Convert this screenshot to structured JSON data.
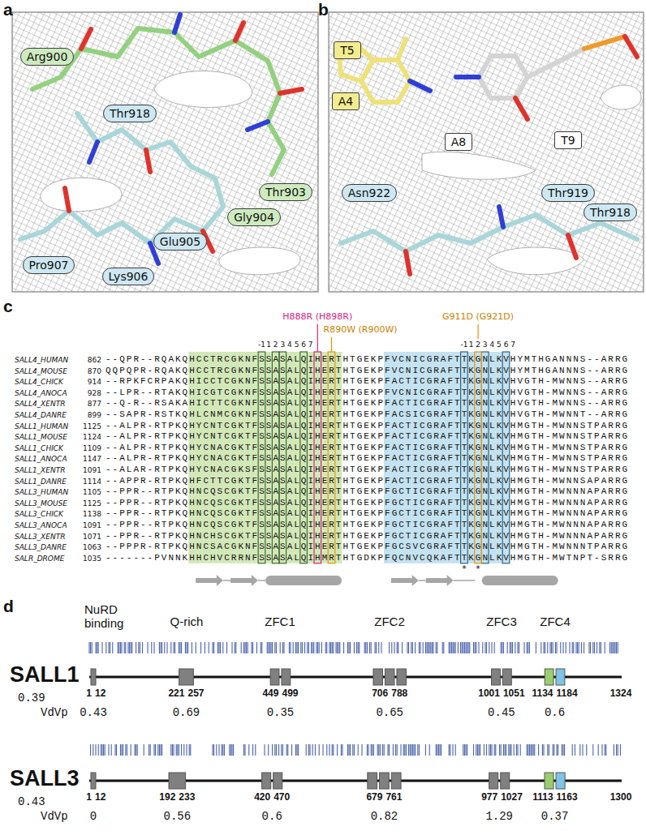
{
  "diagram": {
    "nodes": [
      {
        "text": [
          "Arg900"
        ]
      },
      {
        "text": [
          "Thr918"
        ]
      },
      {
        "text": [
          "Thr903"
        ]
      },
      {
        "text": [
          "Gly904"
        ]
      },
      {
        "text": [
          "Glu905"
        ]
      },
      {
        "text": [
          "Pro907"
        ]
      },
      {
        "text": [
          "Lys906"
        ]
      },
      {
        "text": [
          "T5"
        ]
      },
      {
        "text": [
          "A4"
        ]
      },
      {
        "text": [
          "A8"
        ]
      },
      {
        "text": [
          "T9"
        ]
      },
      {
        "text": [
          "Asn922"
        ]
      },
      {
        "text": [
          "Thr919"
        ]
      },
      {
        "text": [
          "Thr918"
        ]
      }
    ],
    "labels": [
      "a",
      "b",
      "c",
      "d",
      "H888R (H898R)",
      "R890W (R900W)",
      "G911D (G921D)",
      "-1",
      "1",
      "2",
      "3",
      "4",
      "5",
      "6",
      "7",
      "-1",
      "1",
      "2",
      "3",
      "4",
      "5",
      "6",
      "7",
      "SALL4_HUMAN",
      "862",
      "--QPR--RQAKQHCCTRCGKNFSSASALQIHERTHTGEKPFVCNICGRAFTTKGNLKVHYMTHGANNNS--ARRG",
      "SALL4_MOUSE",
      "870",
      "QQPQPR-RQAKQHCCTRCGKNFSSASALQIHERTHTGEKPFVCNICGRAFTTKGNLKVHYMTHGANNNS--ARRG",
      "SALL4_CHICK",
      "914",
      "--RPKFCRPAKQHICCTCGKNFSSASALQIHERTHTGEKPFACTICGRAFTTKGNLKVHVGTH-MWNNS--ARRG",
      "SALL4_ANOCA",
      "928",
      "--LPR--RTAKQHICGTCGKNFSSASALQIHERTHTGEKPFVCNICGRAFTTKGNLKVHVGTH-MWNNS--ARRG",
      "SALL4_XENTR",
      "877",
      "--Q-R--RSAKAHICTTCGKNFSSASALQIHERTHTGEKPFACTICGRAFTTKGNLKVHVGTH-MWNNS--ARRG",
      "SALL4_DANRE",
      "899",
      "--SAPR-RSTKQHLCNMCGKNFSSASALQIHERTHTGEKPFACSICGRAFTTKGNLKVHVGTH-MWNNT--ARRG",
      "SALL1_HUMAN",
      "1125",
      "--ALPR-RTPKQHYCNTCGKTFSSASALQIHERTHTGEKPFACTICGRAFTTKGNLKVHMGTH-MWNNSTPARRG",
      "SALL1_MOUSE",
      "1124",
      "--ALPR-RTPKQHYCNTCGKTFSSASALQIHERTHTGEKPFACTICGRAFTTKGNLKVHMGTH-MWNNSTPARRG",
      "SALL1_CHICK",
      "1109",
      "--ALPR-RTPKQHYCNACGKTFSSASALQIHERTHTGEKPFACTICGRAFTTKGNLKVHMGTH-MWNNSTPARRG",
      "SALL1_ANOCA",
      "1147",
      "--ALPR-RTPKQHYCNACGKTFSSASALQIHERTHTGEKPFACTICGRAFTTKGNLKVHMGTH-MWNNSTPARRG",
      "SALL1_XENTR",
      "1091",
      "--ALAR-RTPKQHYCNACGKSFSSASALQIHERTHTGEKPFACTICGRAFTTKGNLKVHMGTH-MWNNSTPARRG",
      "SALL1_DANRE",
      "1114",
      "--APPR-RTPKQHFCTTCGKTFSSASALQIHERTHTGEKPFACTICGRAFTTKGNLKVHMGTH-MWNNSAPARRG",
      "SALL3_HUMAN",
      "1105",
      "--PPR--RTPKQHNCQSCGKTFSSASALQIHERTHTGEKPFGCTICGRAFTTKGNLKVHMGTH-MWNNNAPARRG",
      "SALL3_MOUSE",
      "1125",
      "--PPR--RTPKQHNCQSCGKTFSSASALQIHERTHTGEKPFGCTICGRAFTTKGNLKVHMGTH-MWNNNAPARRG",
      "SALL3_CHICK",
      "1138",
      "--PPR--RTPKQHNCQSCGKTFSSASALQIHERTHTGEKPFGCTICGRAFTTKGNLKVHMGTH-MWNNNAPARRG",
      "SALL3_ANOCA",
      "1091",
      "--PPR--RTPKQHNCQSCGKTFSSASALQIHERTHTGEKPFGCTICGRAFTTKGNLKVHMGTH-MWNNNAPARRG",
      "SALL3_XENTR",
      "1071",
      "--PPR--RTPKQHNCHSCGKTFSSASALQIHERTHTGEKPFGCTICGRAFTTKGNLKVHMGTH-MWNNNAPARRG",
      "SALL3_DANRE",
      "1063",
      "--PPPR-RTPKQHNCSACGKNFSSASALQIHERTHTGEKPFGCSVCGRAFTTKGNLKVHMGTH-MWNNNTPARRG",
      "SALR_DROME",
      "1035",
      "-------PVNNKHHCHVCRRNFSSASALQIHMRTHTGDKPFQCNVCQKAFTTKGNLKVHMGTH-MWTNPT-SRRG",
      "*",
      "*",
      "NuRD binding",
      "Q-rich",
      "ZFC1",
      "ZFC2",
      "ZFC3",
      "ZFC4",
      "SALL1",
      "0.39",
      "1",
      "12",
      "221",
      "257",
      "449",
      "499",
      "706",
      "788",
      "1001",
      "1051",
      "1134",
      "1184",
      "1324",
      "VdVp",
      "0.43",
      "0.69",
      "0.35",
      "0.65",
      "0.45",
      "0.6",
      "SALL3",
      "0.43",
      "1",
      "12",
      "192",
      "233",
      "420",
      "470",
      "679",
      "761",
      "977",
      "1027",
      "1113",
      "1163",
      "1300",
      "VdVp",
      "0",
      "0.56",
      "0.6",
      "0.82",
      "1.29",
      "0.37"
    ]
  }
}
